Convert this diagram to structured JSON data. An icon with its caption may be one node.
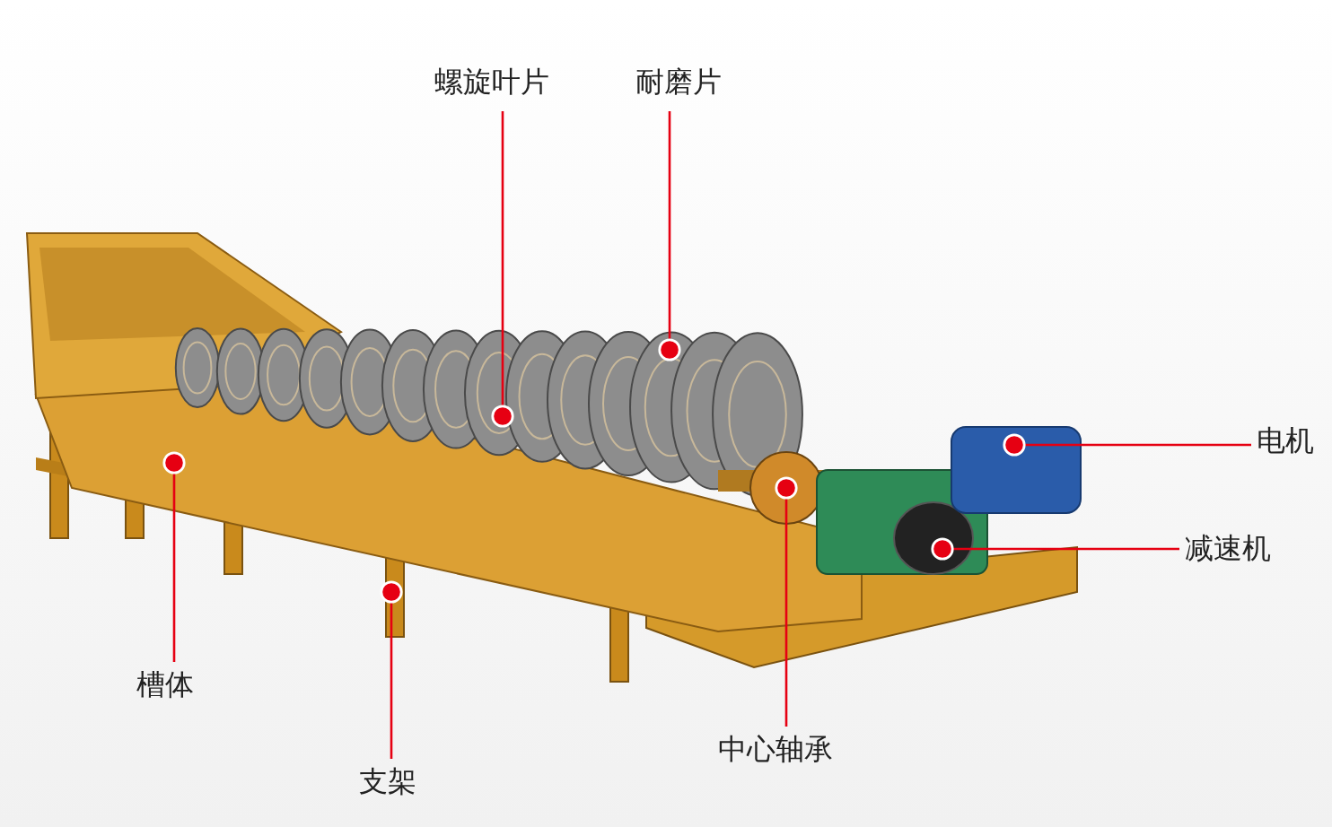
{
  "diagram": {
    "nodes": [
      {
        "text": [
          "螺旋叶片"
        ]
      },
      {
        "text": [
          "耐磨片"
        ]
      },
      {
        "text": [
          "电机"
        ]
      },
      {
        "text": [
          "减速机"
        ]
      },
      {
        "text": [
          "中心轴承"
        ]
      },
      {
        "text": [
          "支架"
        ]
      },
      {
        "text": [
          "槽体"
        ]
      }
    ],
    "edges": [
      {
        "from": 0,
        "to": null,
        "arrow": "other"
      },
      {
        "from": 1,
        "to": null,
        "arrow": "other"
      },
      {
        "from": 2,
        "to": null,
        "arrow": "other"
      },
      {
        "from": 3,
        "to": null,
        "arrow": "other"
      },
      {
        "from": 4,
        "to": null,
        "arrow": "other"
      },
      {
        "from": 5,
        "to": null,
        "arrow": "other"
      },
      {
        "from": 6,
        "to": null,
        "arrow": "other"
      }
    ]
  }
}
